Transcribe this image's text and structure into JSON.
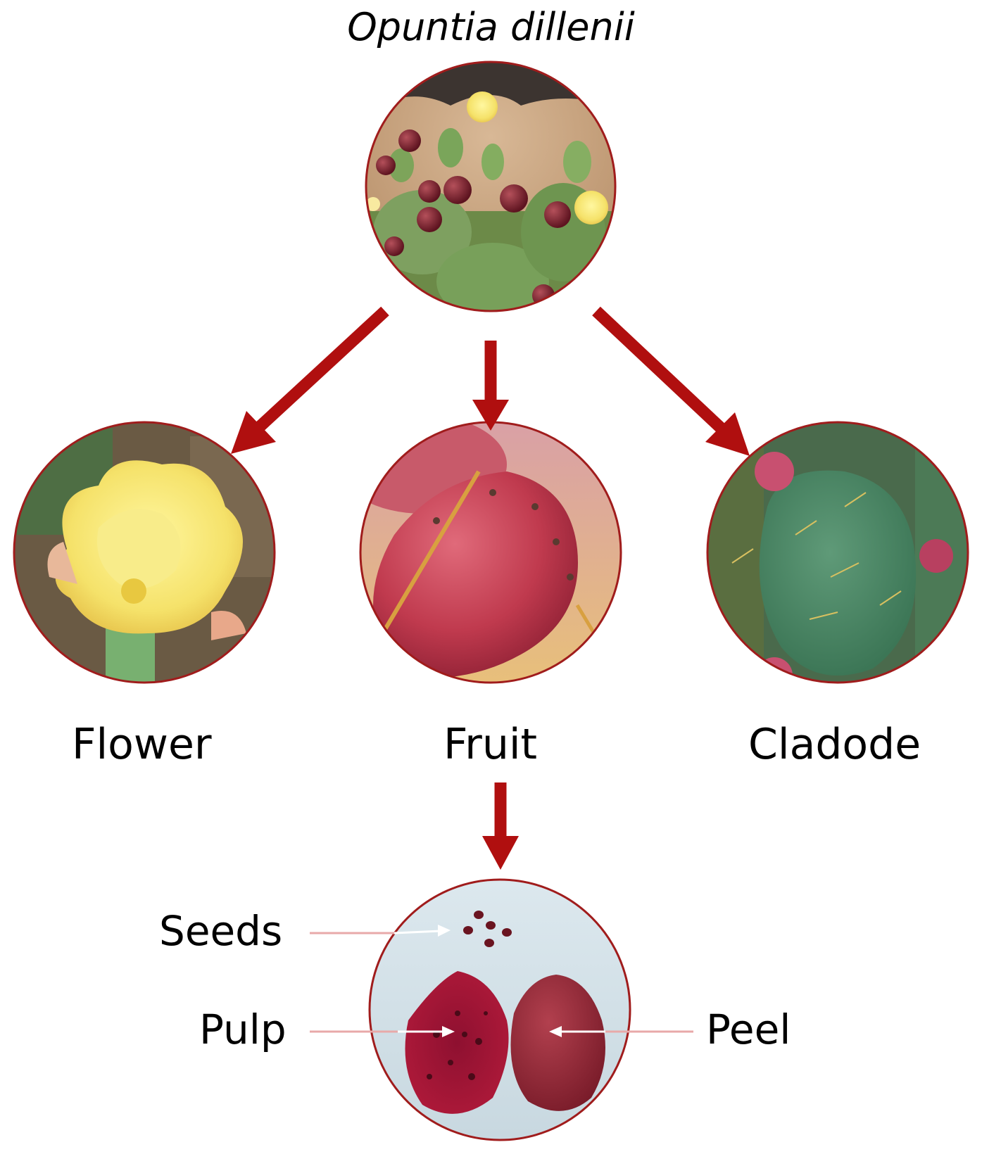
{
  "title": "Opuntia dillenii",
  "colors": {
    "arrow": "#b00f0f",
    "circle_border": "#a01c1c",
    "pointer": "#ffffff",
    "pointer_tail": "#e8a9a9"
  },
  "nodes": {
    "plant": {
      "icon": "cactus-plant-photo"
    },
    "flower": {
      "label": "Flower",
      "icon": "yellow-flower-photo"
    },
    "fruit": {
      "label": "Fruit",
      "icon": "red-fruit-photo"
    },
    "cladode": {
      "label": "Cladode",
      "icon": "green-cladode-photo"
    },
    "fruit_parts": {
      "icon": "cut-fruit-photo"
    }
  },
  "parts": {
    "seeds": "Seeds",
    "pulp": "Pulp",
    "peel": "Peel"
  }
}
